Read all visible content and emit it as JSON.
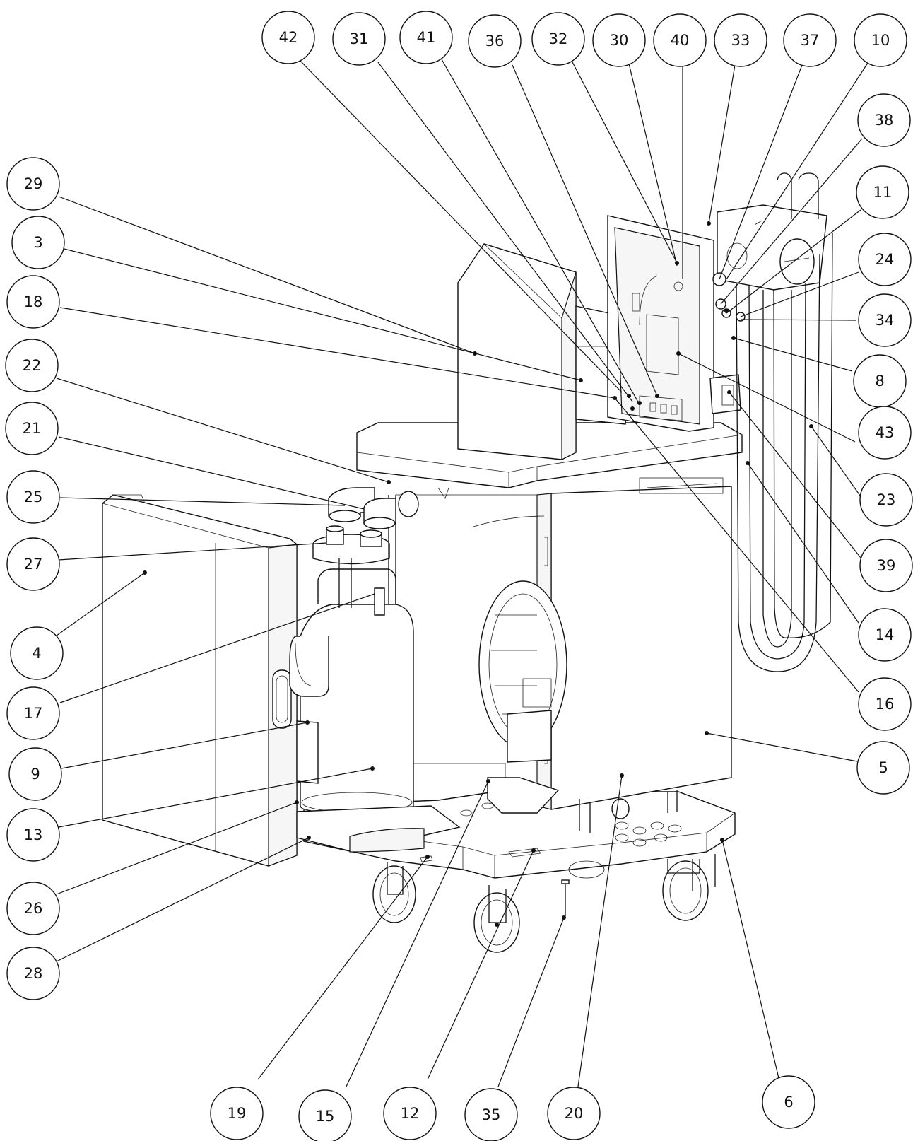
{
  "callouts": [
    {
      "label": "42"
    },
    {
      "label": "31"
    },
    {
      "label": "41"
    },
    {
      "label": "36"
    },
    {
      "label": "32"
    },
    {
      "label": "30"
    },
    {
      "label": "40"
    },
    {
      "label": "33"
    },
    {
      "label": "37"
    },
    {
      "label": "10"
    },
    {
      "label": "38"
    },
    {
      "label": "11"
    },
    {
      "label": "24"
    },
    {
      "label": "34"
    },
    {
      "label": "8"
    },
    {
      "label": "43"
    },
    {
      "label": "23"
    },
    {
      "label": "39"
    },
    {
      "label": "14"
    },
    {
      "label": "16"
    },
    {
      "label": "5"
    },
    {
      "label": "6"
    },
    {
      "label": "20"
    },
    {
      "label": "35"
    },
    {
      "label": "12"
    },
    {
      "label": "15"
    },
    {
      "label": "19"
    },
    {
      "label": "28"
    },
    {
      "label": "26"
    },
    {
      "label": "13"
    },
    {
      "label": "9"
    },
    {
      "label": "17"
    },
    {
      "label": "4"
    },
    {
      "label": "27"
    },
    {
      "label": "25"
    },
    {
      "label": "21"
    },
    {
      "label": "22"
    },
    {
      "label": "18"
    },
    {
      "label": "3"
    },
    {
      "label": "29"
    }
  ],
  "colors": {
    "line": "#111111",
    "background": "#ffffff"
  }
}
